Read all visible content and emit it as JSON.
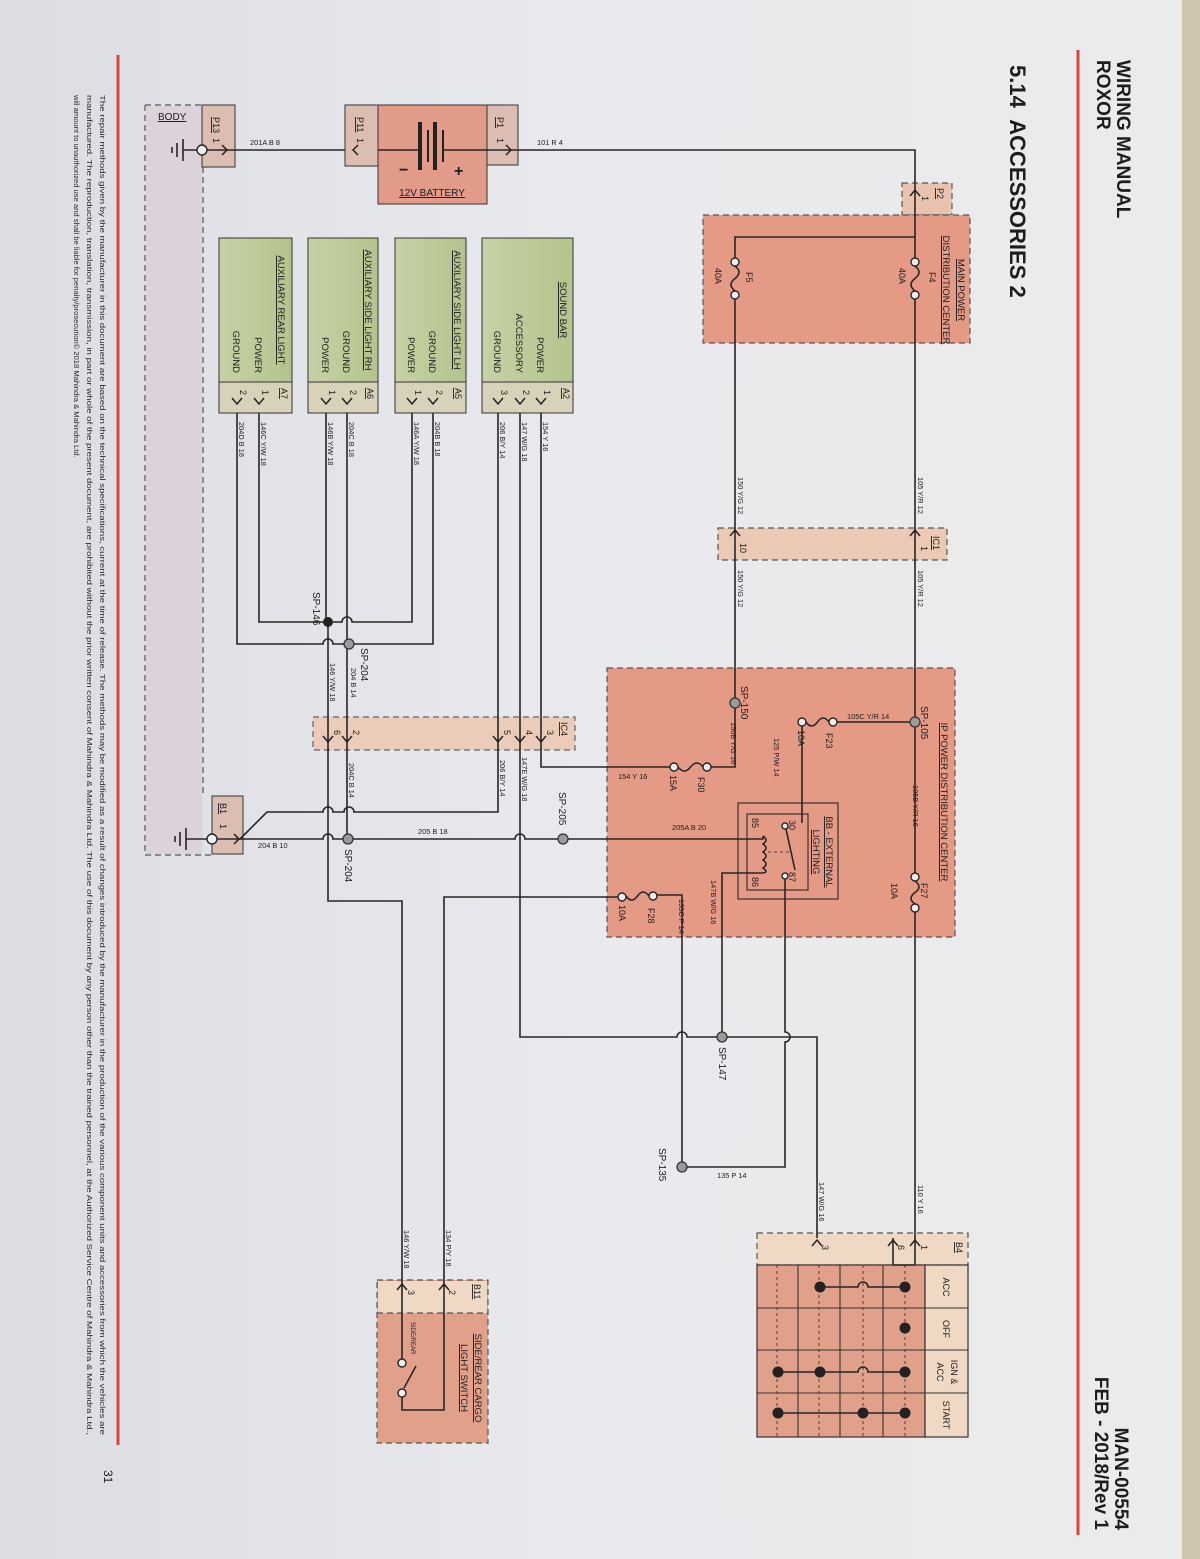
{
  "header": {
    "manual_title": "WIRING MANUAL",
    "vehicle": "ROXOR",
    "doc_number": "MAN-00554",
    "revision": "FEB - 2018/Rev 1"
  },
  "section_title": "5.14  ACCESSORIES 2",
  "page_number": "31",
  "footer": [
    "The repair methods given by the manufacturer in this document are based on the technical specifications, current at the time of release. The methods may be modified as a result of changes introduced by the manufacturer in the production of the various component units and accessories from which the vehicles are",
    "manufactured. The reproduction, translation, transmission, in part or whole of the present document, are prohibited without the prior written consent of Mahindra & Mahindra Ltd. The use of this document by any person other than the trained personnel, at the Authorized Service Centre of Mahindra & Mahindra Ltd.,",
    "will amount to unauthorized use and shall be liable for penalty/prosecution© 2018 Mahindra & Mahindra Ltd."
  ],
  "colors": {
    "accent_red": "#d9453f",
    "pdc_fill": "#e59a86",
    "connector_fill": "#ecc9b4",
    "component_fill": "#bccb9a"
  },
  "body": {
    "label": "BODY",
    "connector": "P13",
    "pin": "1"
  },
  "battery": {
    "label": "12V BATTERY",
    "minus": "−",
    "plus": "+",
    "neg_connector": "P11",
    "pos_connector": "P1",
    "pin": "1"
  },
  "main_pdc": {
    "title_line1": "MAIN POWER",
    "title_line2": "DISTRIBUTION CENTER",
    "connector": "P2",
    "pin": "1",
    "fuses": [
      {
        "id": "F4",
        "rating": "40A"
      },
      {
        "id": "F5",
        "rating": "40A"
      }
    ]
  },
  "ic1": {
    "id": "IC1",
    "pin_a": "1",
    "pin_b": "10"
  },
  "ip_pdc": {
    "title": "IP POWER DISTRIBUTION CENTER",
    "fuses": [
      {
        "id": "F23",
        "rating": "10A"
      },
      {
        "id": "F30",
        "rating": "15A"
      },
      {
        "id": "F27",
        "rating": "10A"
      },
      {
        "id": "F28",
        "rating": "10A"
      }
    ],
    "relay": {
      "title_line1": "BB - EXTERNAL",
      "title_line2": "LIGHTING",
      "pin_85": "85",
      "pin_86": "86",
      "pin_30": "30",
      "pin_87": "87"
    }
  },
  "ic4": {
    "id": "IC4",
    "pins": [
      "3",
      "4",
      "5",
      "2",
      "6"
    ]
  },
  "components": [
    {
      "title": "SOUND BAR",
      "connector": "A2",
      "pins": [
        {
          "num": "1",
          "label": "POWER"
        },
        {
          "num": "2",
          "label": "ACCESSORY"
        },
        {
          "num": "3",
          "label": "GROUND"
        }
      ]
    },
    {
      "title": "AUXILIARY SIDE LIGHT LH",
      "connector": "A5",
      "pins": [
        {
          "num": "2",
          "label": "GROUND"
        },
        {
          "num": "1",
          "label": "POWER"
        }
      ]
    },
    {
      "title": "AUXILIARY SIDE LIGHT RH",
      "connector": "A6",
      "pins": [
        {
          "num": "2",
          "label": "GROUND"
        },
        {
          "num": "1",
          "label": "POWER"
        }
      ]
    },
    {
      "title": "AUXILIARY REAR LIGHT",
      "connector": "A7",
      "pins": [
        {
          "num": "1",
          "label": "POWER"
        },
        {
          "num": "2",
          "label": "GROUND"
        }
      ]
    }
  ],
  "ground_connector": {
    "id": "B1",
    "pin": "1"
  },
  "ignition_switch": {
    "connector": "B4",
    "pins": [
      "1",
      "6",
      "3"
    ],
    "positions": {
      "acc": "ACC",
      "off": "OFF",
      "ign_line1": "IGN &",
      "ign_line2": "ACC",
      "start": "START"
    }
  },
  "cargo_switch": {
    "title_line1": "SIDE/REAR CARGO",
    "title_line2": "LIGHT SWITCH",
    "connector": "B11",
    "pins": [
      "2",
      "3"
    ],
    "contact_label": "SIDE/REAR"
  },
  "splices": {
    "sp105": "SP-105",
    "sp150": "SP-150",
    "sp146": "SP-146",
    "sp204_upper": "SP-204",
    "sp204_lower": "SP-204",
    "sp205": "SP-205",
    "sp147": "SP-147",
    "sp135": "SP-135"
  },
  "wires": {
    "w101": "101 R 4",
    "w201a": "201A B 8",
    "w105_up": "105 Y/R 12",
    "w150_up": "150 Y/G 12",
    "w105_dn": "105 Y/R 12",
    "w150_dn": "150 Y/G 12",
    "w105c": "105C Y/R 14",
    "w105b": "105B Y/R 16",
    "w125": "125 P/W 14",
    "w150b": "150B Y/G 16",
    "w154_pdc": "154 Y 16",
    "w205a": "205A B 20",
    "w147b": "147B W/G 16",
    "w135c": "135C P 14",
    "w135": "135 P 14",
    "w110": "110 Y 16",
    "w147_sw": "147 W/G 16",
    "w154": "154 Y 16",
    "w147": "147 W/G 18",
    "w206": "206 B/Y 14",
    "w204b": "204B B 18",
    "w146a": "146A Y/W 18",
    "w204c_18": "204C B 18",
    "w146b": "146B Y/W 18",
    "w146c": "146C Y/W 18",
    "w204d": "204D B 18",
    "w146": "146 Y/W 18",
    "w204_14": "204 B 14",
    "w204c_14": "204C B 14",
    "w206_ic4": "206 B/Y 14",
    "w147e": "147E W/G 18",
    "w204_10": "204 B 10",
    "w205": "205 B 18",
    "w134": "134 P/Y 18",
    "w146_sw": "146 Y/W 18"
  }
}
